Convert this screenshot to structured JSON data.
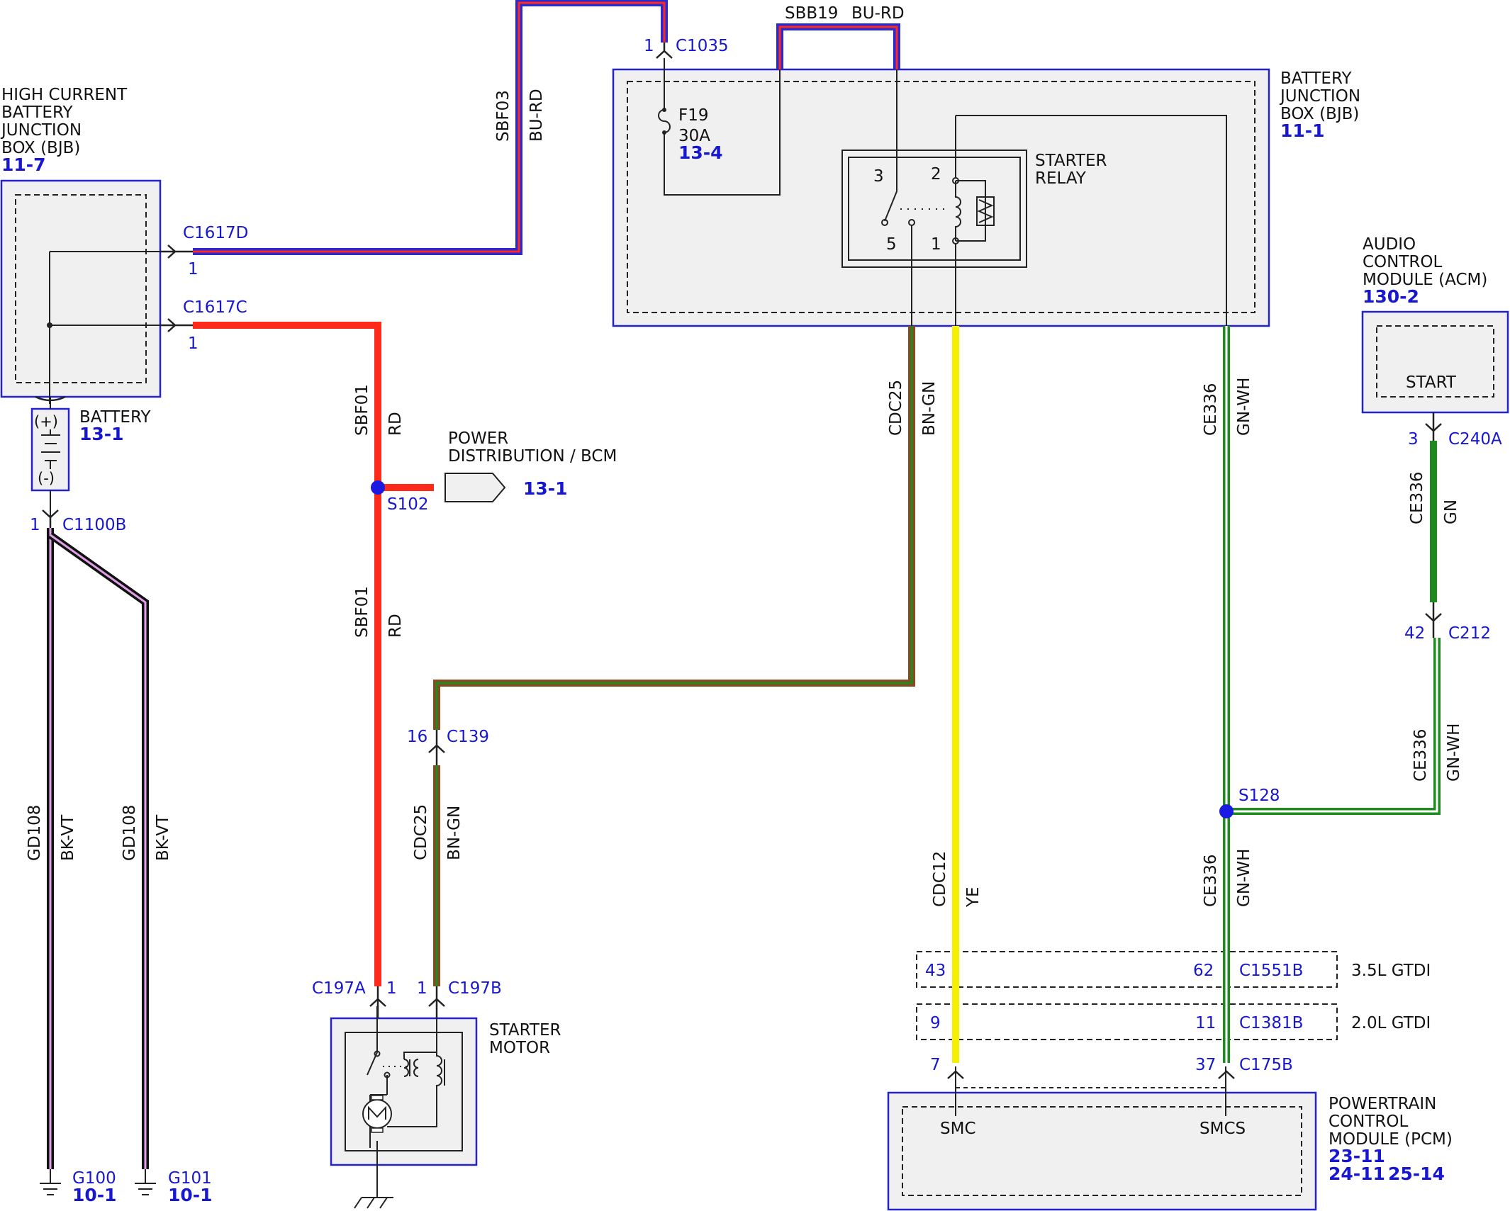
{
  "modules": {
    "hcbjb": {
      "name": [
        "HIGH CURRENT",
        "BATTERY",
        "JUNCTION",
        "BOX (BJB)"
      ],
      "ref": "11-7"
    },
    "battery": {
      "name": "BATTERY",
      "ref": "13-1",
      "pos": "(+)",
      "neg": "(-)"
    },
    "bjb": {
      "name": [
        "BATTERY",
        "JUNCTION",
        "BOX (BJB)"
      ],
      "ref": "11-1",
      "fuse": "F19",
      "fuse_rating": "30A",
      "fuse_ref": "13-4"
    },
    "relay": {
      "name": [
        "STARTER",
        "RELAY"
      ],
      "pins": [
        "3",
        "2",
        "5",
        "1"
      ]
    },
    "acm": {
      "name": [
        "AUDIO",
        "CONTROL",
        "MODULE (ACM)"
      ],
      "ref": "130-2",
      "pin_label": "START"
    },
    "power_dist": {
      "name": [
        "POWER",
        "DISTRIBUTION / BCM"
      ],
      "ref": "13-1"
    },
    "starter": {
      "name": [
        "STARTER",
        "MOTOR"
      ]
    },
    "pcm": {
      "name": [
        "POWERTRAIN",
        "CONTROL",
        "MODULE (PCM)"
      ],
      "refs": [
        "23-11",
        "24-11",
        "25-14"
      ],
      "pin_left": "SMC",
      "pin_right": "SMCS"
    }
  },
  "connectors": {
    "c1035": {
      "pin": "1",
      "name": "C1035"
    },
    "c1617d": {
      "pin": "1",
      "name": "C1617D"
    },
    "c1617c": {
      "pin": "1",
      "name": "C1617C"
    },
    "c1100b": {
      "pin": "1",
      "name": "C1100B"
    },
    "c240a": {
      "pin": "3",
      "name": "C240A"
    },
    "c212": {
      "pin": "42",
      "name": "C212"
    },
    "c139": {
      "pin": "16",
      "name": "C139"
    },
    "c197a": {
      "pin": "1",
      "name": "C197A"
    },
    "c197b": {
      "pin": "1",
      "name": "C197B"
    },
    "c1551b": {
      "pin_left": "43",
      "pin_right": "62",
      "name": "C1551B",
      "engine": "3.5L GTDI"
    },
    "c1381b": {
      "pin_left": "9",
      "pin_right": "11",
      "name": "C1381B",
      "engine": "2.0L GTDI"
    },
    "c175b": {
      "pin_left": "7",
      "pin_right": "37",
      "name": "C175B"
    }
  },
  "splices": {
    "s102": "S102",
    "s128": "S128"
  },
  "grounds": {
    "g100": {
      "name": "G100",
      "ref": "10-1"
    },
    "g101": {
      "name": "G101",
      "ref": "10-1"
    }
  },
  "wires": {
    "sbf03": {
      "circuit": "SBF03",
      "color": "BU-RD"
    },
    "sbb19": {
      "circuit": "SBB19",
      "color": "BU-RD"
    },
    "sbf01_upper": {
      "circuit": "SBF01",
      "color": "RD"
    },
    "sbf01_lower": {
      "circuit": "SBF01",
      "color": "RD"
    },
    "cdc25_upper": {
      "circuit": "CDC25",
      "color": "BN-GN"
    },
    "cdc25_lower": {
      "circuit": "CDC25",
      "color": "BN-GN"
    },
    "cdc12": {
      "circuit": "CDC12",
      "color": "YE"
    },
    "ce336_upper": {
      "circuit": "CE336",
      "color": "GN-WH"
    },
    "ce336_lower": {
      "circuit": "CE336",
      "color": "GN-WH"
    },
    "ce336_acm": {
      "circuit": "CE336",
      "color": "GN"
    },
    "ce336_splice": {
      "circuit": "CE336",
      "color": "GN-WH"
    },
    "gd108_left": {
      "circuit": "GD108",
      "color": "BK-VT"
    },
    "gd108_right": {
      "circuit": "GD108",
      "color": "BK-VT"
    }
  },
  "wire_colors": {
    "blue": "#2a2ad4",
    "red": "#ff2a1a",
    "brown": "#8a4a20",
    "green": "#1f8a1f",
    "yellow": "#f5f000",
    "white": "#ffffff",
    "black": "#111111",
    "violet": "#e0a0e8"
  }
}
